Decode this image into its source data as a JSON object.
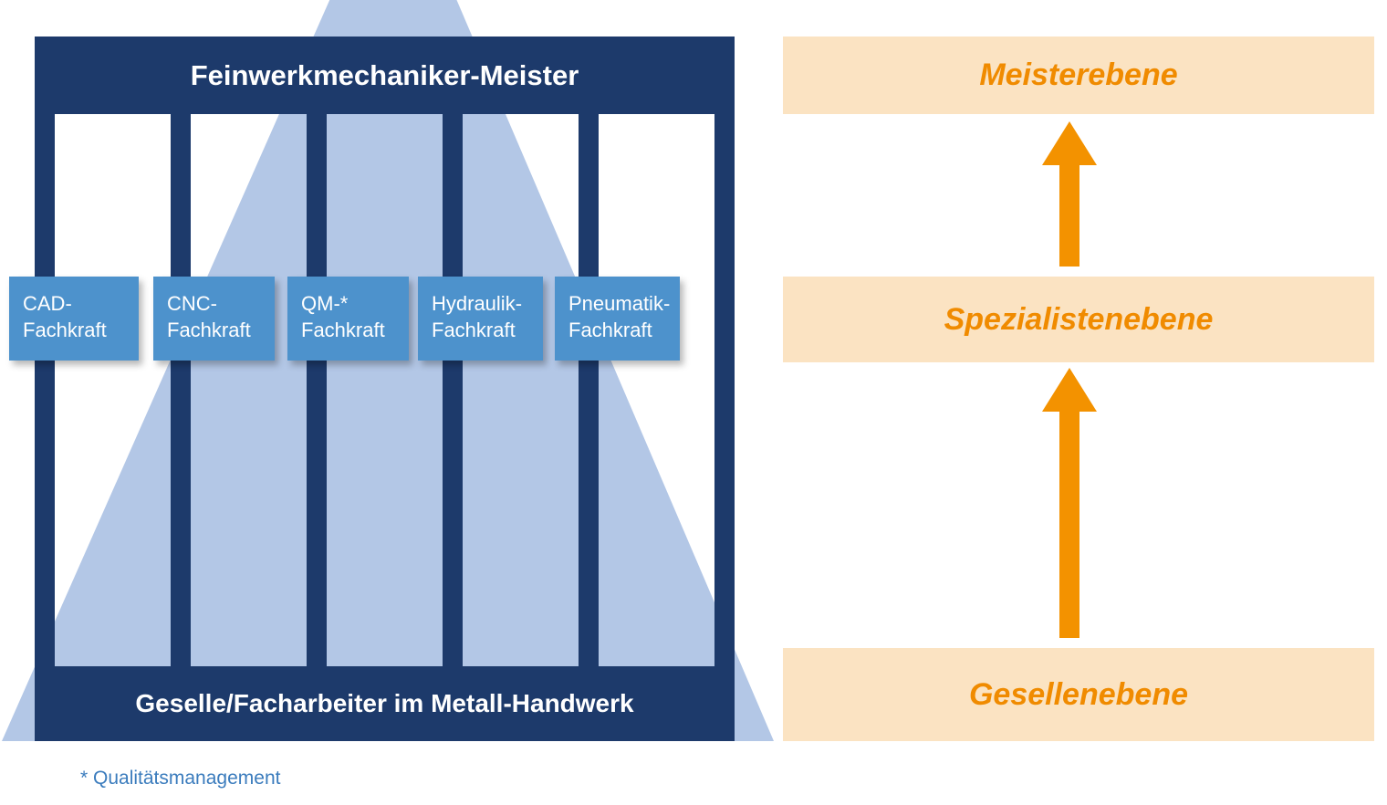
{
  "diagram": {
    "ladder": {
      "top_bar": "Feinwerkmechaniker-Meister",
      "bottom_bar": "Geselle/Facharbeiter im Metall-Handwerk",
      "boxes": [
        {
          "line1": "CAD-",
          "line2": "Fachkraft"
        },
        {
          "line1": "CNC-",
          "line2": "Fachkraft"
        },
        {
          "line1": "QM-*",
          "line2": "Fachkraft"
        },
        {
          "line1": "Hydraulik-",
          "line2": "Fachkraft"
        },
        {
          "line1": "Pneumatik-",
          "line2": "Fachkraft"
        }
      ],
      "footnote": "* Qualitätsmanagement"
    },
    "levels": {
      "meister": "Meisterebene",
      "spezialisten": "Spezialistenebene",
      "gesellen": "Gesellenebene"
    },
    "colors": {
      "navy": "#1d3a6b",
      "box_blue": "#4d92cc",
      "triangle_blue": "#b3c7e6",
      "band_peach": "#fbe3c2",
      "orange": "#f39200",
      "footnote_blue": "#3b7cbd"
    }
  }
}
